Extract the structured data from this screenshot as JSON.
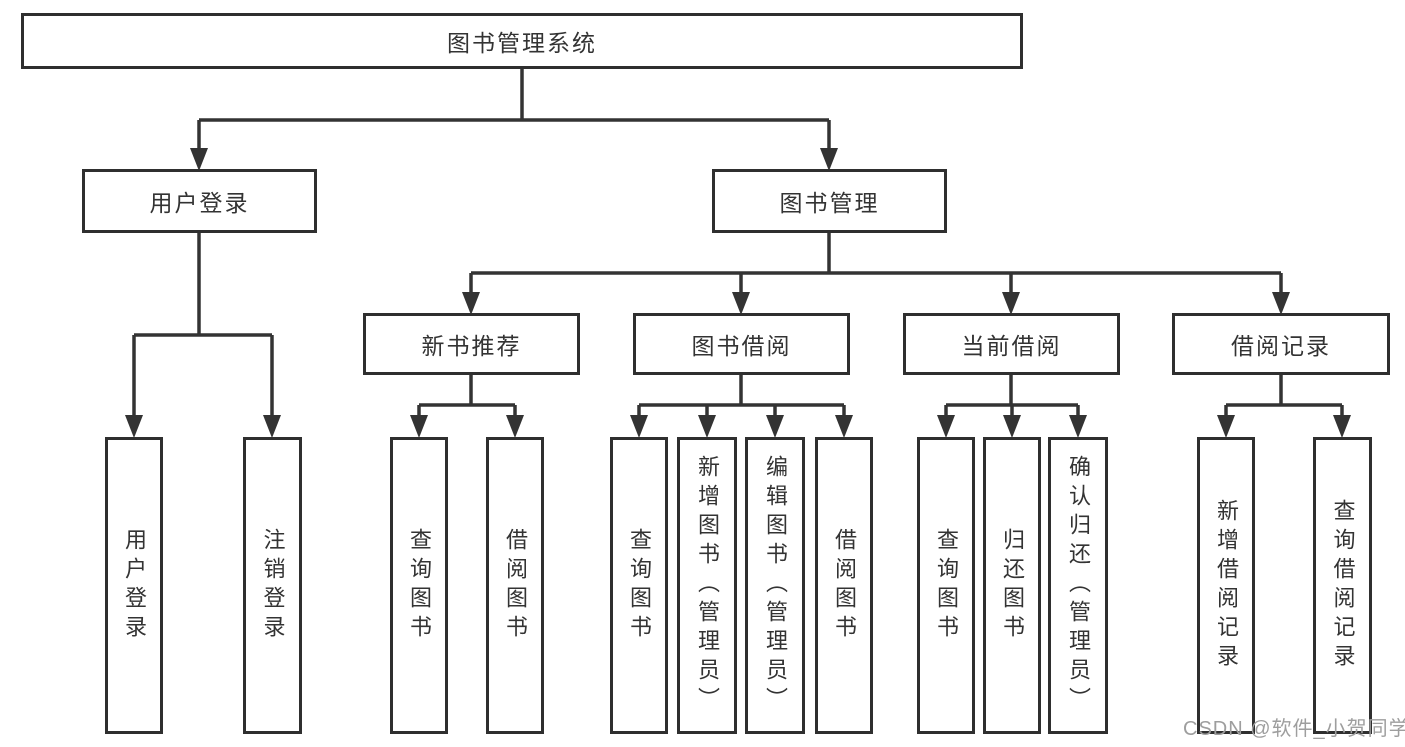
{
  "diagram_title": "图书管理系统",
  "watermark": "CSDN @软件_小贺同学",
  "colors": {
    "line": "#333333",
    "box_border": "#2f2f2f",
    "text": "#333333",
    "watermark": "#9e9e9e",
    "background": "#ffffff"
  },
  "tree": {
    "label": "图书管理系统",
    "children": [
      {
        "label": "用户登录",
        "children": [
          {
            "label": "用户登录"
          },
          {
            "label": "注销登录"
          }
        ]
      },
      {
        "label": "图书管理",
        "children": [
          {
            "label": "新书推荐",
            "children": [
              {
                "label": "查询图书"
              },
              {
                "label": "借阅图书"
              }
            ]
          },
          {
            "label": "图书借阅",
            "children": [
              {
                "label": "查询图书"
              },
              {
                "label": "新增图书（管理员）"
              },
              {
                "label": "编辑图书（管理员）"
              },
              {
                "label": "借阅图书"
              }
            ]
          },
          {
            "label": "当前借阅",
            "children": [
              {
                "label": "查询图书"
              },
              {
                "label": "归还图书"
              },
              {
                "label": "确认归还（管理员）"
              }
            ]
          },
          {
            "label": "借阅记录",
            "children": [
              {
                "label": "新增借阅记录"
              },
              {
                "label": "查询借阅记录"
              }
            ]
          }
        ]
      }
    ]
  }
}
